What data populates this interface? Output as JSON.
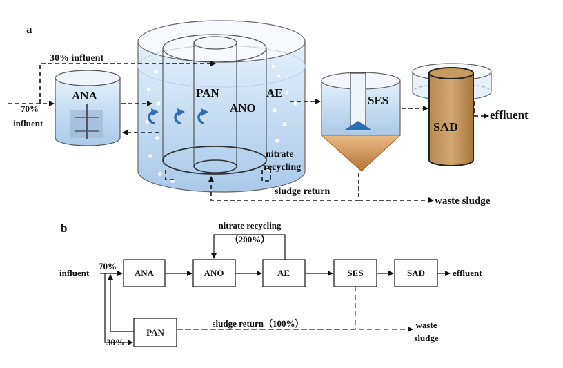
{
  "panel_a": {
    "letter": "a",
    "influent_30": "30% influent",
    "influent_70_pct": "70%",
    "influent_70_word": "influent",
    "ana": "ANA",
    "pan": "PAN",
    "ano": "ANO",
    "ae": "AE",
    "ses": "SES",
    "sad": "SAD",
    "effluent": "effluent",
    "nitrate_1": "nitrate",
    "nitrate_2": "recycling",
    "sludge_return": "sludge return",
    "waste_sludge": "waste sludge"
  },
  "panel_b": {
    "letter": "b",
    "influent": "influent",
    "pct70": "70%",
    "pct30": "30%",
    "nitrate_recycling": "nitrate recycling",
    "nitrate_pct": "（200%）",
    "ana": "ANA",
    "ano": "ANO",
    "ae": "AE",
    "ses": "SES",
    "sad": "SAD",
    "pan": "PAN",
    "effluent": "effluent",
    "sludge_return": "sludge return（100%）",
    "waste_1": "waste",
    "waste_2": "sludge"
  },
  "colors": {
    "water": "#cfe3f5",
    "water_dark": "#8fb6df",
    "sand": "#c79a62",
    "cone": "#d9a46c",
    "arrow_blue": "#2f6fb0"
  }
}
